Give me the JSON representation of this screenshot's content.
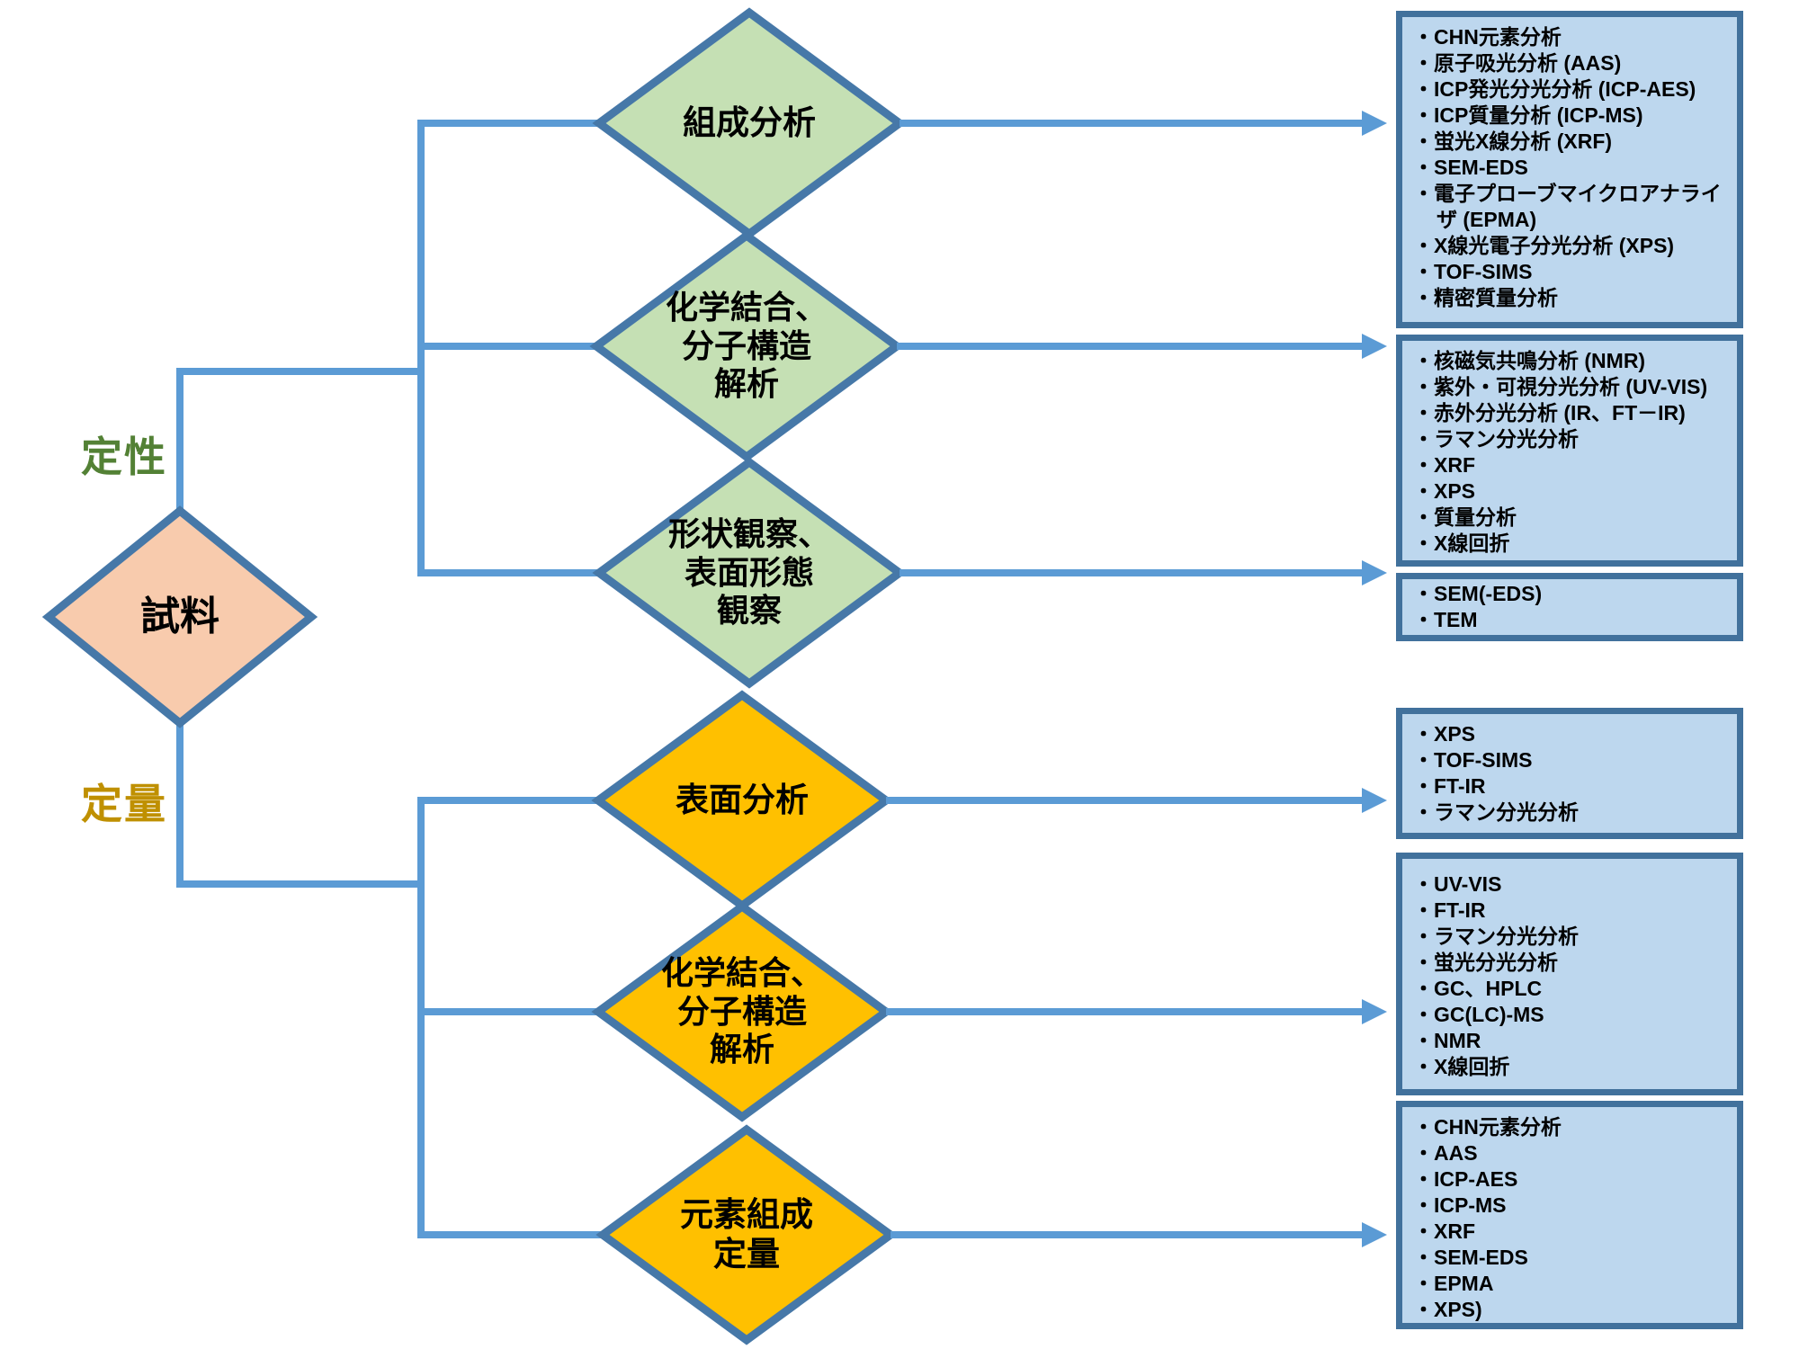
{
  "sample_label": "試料",
  "branch_labels": {
    "qualitative": "定性",
    "quantitative": "定量"
  },
  "colors": {
    "connector_blue": "#5B9BD5",
    "diamond_border": "#4678A8",
    "box_border": "#41719C",
    "box_fill": "#BDD7EE",
    "qualitative_diamond_fill": "#C5E0B4",
    "quantitative_diamond_fill": "#FFC000",
    "sample_diamond_fill": "#F8CBAD",
    "qualitative_label_color": "#538135",
    "quantitative_label_color": "#BF9000"
  },
  "rows": [
    {
      "branch": "qualitative",
      "diamond": "組成分析",
      "methods": [
        "CHN元素分析",
        "原子吸光分析 (AAS)",
        "ICP発光分光分析 (ICP-AES)",
        "ICP質量分析 (ICP-MS)",
        "蛍光X線分析 (XRF)",
        "SEM-EDS",
        "電子プローブマイクロアナライザ (EPMA)",
        "X線光電子分光分析 (XPS)",
        "TOF-SIMS",
        "精密質量分析"
      ]
    },
    {
      "branch": "qualitative",
      "diamond": "化学結合、\n分子構造\n解析",
      "methods": [
        "核磁気共鳴分析 (NMR)",
        "紫外・可視分光分析 (UV-VIS)",
        "赤外分光分析 (IR、FT－IR)",
        "ラマン分光分析",
        "XRF",
        "XPS",
        "質量分析",
        "X線回折"
      ]
    },
    {
      "branch": "qualitative",
      "diamond": "形状観察、\n表面形態\n観察",
      "methods": [
        "SEM(-EDS)",
        "TEM"
      ]
    },
    {
      "branch": "quantitative",
      "diamond": "表面分析",
      "methods": [
        "XPS",
        "TOF-SIMS",
        "FT-IR",
        "ラマン分光分析"
      ]
    },
    {
      "branch": "quantitative",
      "diamond": "化学結合、\n分子構造\n解析",
      "methods": [
        "UV-VIS",
        "FT-IR",
        "ラマン分光分析",
        "蛍光分光分析",
        "GC、HPLC",
        "GC(LC)-MS",
        "NMR",
        "X線回折"
      ]
    },
    {
      "branch": "quantitative",
      "diamond": "元素組成\n定量",
      "methods": [
        "CHN元素分析",
        "AAS",
        "ICP-AES",
        "ICP-MS",
        "XRF",
        "SEM-EDS",
        "EPMA",
        "XPS)"
      ]
    }
  ]
}
